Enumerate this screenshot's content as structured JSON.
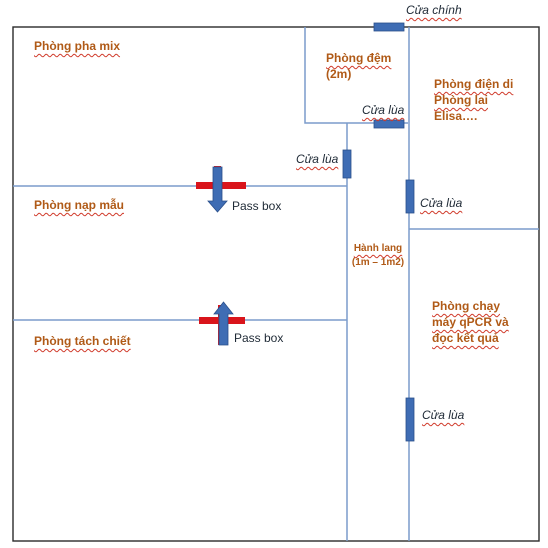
{
  "rooms": {
    "pha_mix": "Phòng pha mix",
    "dem": [
      "Phòng đệm",
      "(2m)"
    ],
    "dien_di": [
      "Phòng điện di",
      "Phòng lai",
      "Elisa…."
    ],
    "nap_mau": "Phòng nạp mẫu",
    "tach_chiet": "Phòng tách chiết",
    "chay_may": [
      "Phòng chạy",
      "máy qPCR và",
      "đọc kết quả"
    ]
  },
  "corridor": [
    "Hành lang",
    "(1m – 1m2)"
  ],
  "doors": {
    "main": "Cửa chính",
    "sliding": "Cửa lùa"
  },
  "pass_box": "Pass box",
  "colors": {
    "wall": "#7b9ccb",
    "door": "#3f6db4",
    "pass_box_frame": "#d9141b",
    "room_label": "#b05a17"
  },
  "arrows": {
    "nap_mau_pass_box": "down-arrow",
    "tach_chiet_pass_box": "up-arrow"
  }
}
